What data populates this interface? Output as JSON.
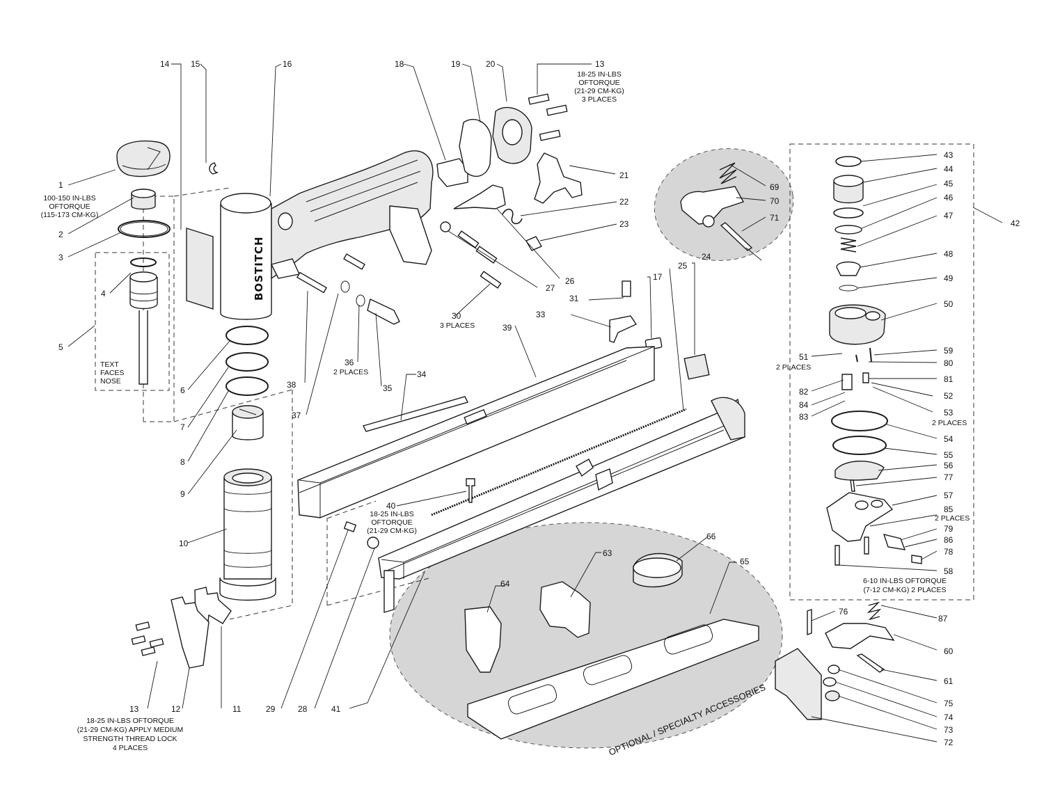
{
  "parts": {
    "p1": "1",
    "p2": "2",
    "p3": "3",
    "p4": "4",
    "p5": "5",
    "p6": "6",
    "p7": "7",
    "p8": "8",
    "p9": "9",
    "p10": "10",
    "p11": "11",
    "p12": "12",
    "p13a": "13",
    "p13b": "13",
    "p14": "14",
    "p15": "15",
    "p16": "16",
    "p17": "17",
    "p18": "18",
    "p19": "19",
    "p20": "20",
    "p21": "21",
    "p22": "22",
    "p23": "23",
    "p24": "24",
    "p25": "25",
    "p26": "26",
    "p27": "27",
    "p28": "28",
    "p29": "29",
    "p30": "30",
    "p31": "31",
    "p33": "33",
    "p34": "34",
    "p35": "35",
    "p36": "36",
    "p37": "37",
    "p38": "38",
    "p39": "39",
    "p40": "40",
    "p41": "41",
    "p42": "42",
    "p43": "43",
    "p44": "44",
    "p45": "45",
    "p46": "46",
    "p47": "47",
    "p48": "48",
    "p49": "49",
    "p50": "50",
    "p51": "51",
    "p52": "52",
    "p53": "53",
    "p54": "54",
    "p55": "55",
    "p56": "56",
    "p57": "57",
    "p58": "58",
    "p59": "59",
    "p60": "60",
    "p61": "61",
    "p63": "63",
    "p64": "64",
    "p65": "65",
    "p66": "66",
    "p69": "69",
    "p70": "70",
    "p71": "71",
    "p72": "72",
    "p73": "73",
    "p74": "74",
    "p75": "75",
    "p76": "76",
    "p77": "77",
    "p78": "78",
    "p79": "79",
    "p80": "80",
    "p81": "81",
    "p82": "82",
    "p83": "83",
    "p84": "84",
    "p85": "85",
    "p86": "86",
    "p87": "87"
  },
  "notes": {
    "torque_1": [
      "100-150 IN-LBS",
      "OFTORQUE",
      "(115-173 CM-KG)"
    ],
    "torque_13_top": [
      "18-25 IN-LBS",
      "OFTORQUE",
      "(21-29 CM-KG)",
      "3 PLACES"
    ],
    "torque_13_bottom": [
      "18-25 IN-LBS OFTORQUE",
      "(21-29 CM-KG) APPLY MEDIUM",
      "STRENGTH  THREAD LOCK",
      "4 PLACES"
    ],
    "torque_40": [
      "18-25 IN-LBS",
      "OFTORQUE",
      "(21-29 CM-KG)"
    ],
    "torque_58": [
      "6-10 IN-LBS OFTORQUE",
      "(7-12 CM-KG) 2 PLACES"
    ],
    "text_faces_nose": [
      "TEXT",
      "FACES",
      "NOSE"
    ],
    "places_30": "3 PLACES",
    "places_36": "2 PLACES",
    "places_51": "2 PLACES",
    "places_53": "2 PLACES",
    "places_85": "2 PLACES"
  },
  "brand": "BOSTITCH",
  "accessories_label": "OPTIONAL / SPECIALTY ACCESSORIES"
}
